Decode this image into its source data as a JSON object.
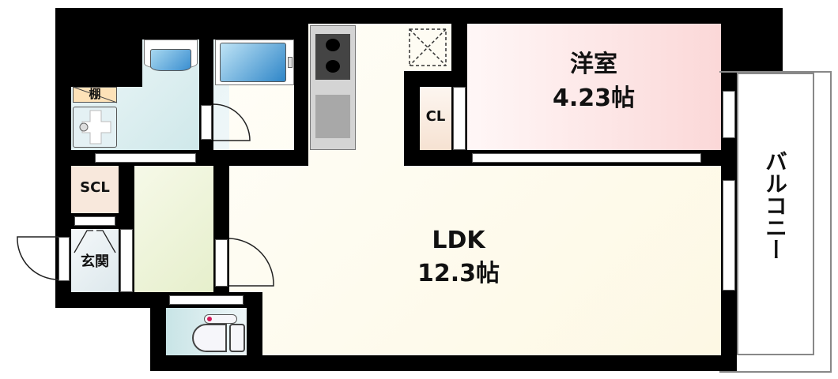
{
  "floor_plan": {
    "rooms": {
      "western_room": {
        "name": "洋室",
        "size": "4.23帖",
        "color": "#fbe0e0"
      },
      "ldk": {
        "name": "LDK",
        "size": "12.3帖",
        "color": "#fefbee"
      },
      "closet": {
        "name": "CL",
        "color": "#f8e8dc"
      },
      "shoe_closet": {
        "name": "SCL",
        "color": "#f8e8dc"
      },
      "entrance": {
        "name": "玄関",
        "color": "#e2ecf0"
      },
      "shelf": {
        "name": "棚",
        "color": "#fde2b8"
      },
      "balcony": {
        "name": "バルコニー"
      }
    },
    "colors": {
      "wall": "#000000",
      "wet_area": "#d8eef0",
      "corridor": "#eef4dc",
      "bath_blue": "#4aa6d8"
    }
  }
}
